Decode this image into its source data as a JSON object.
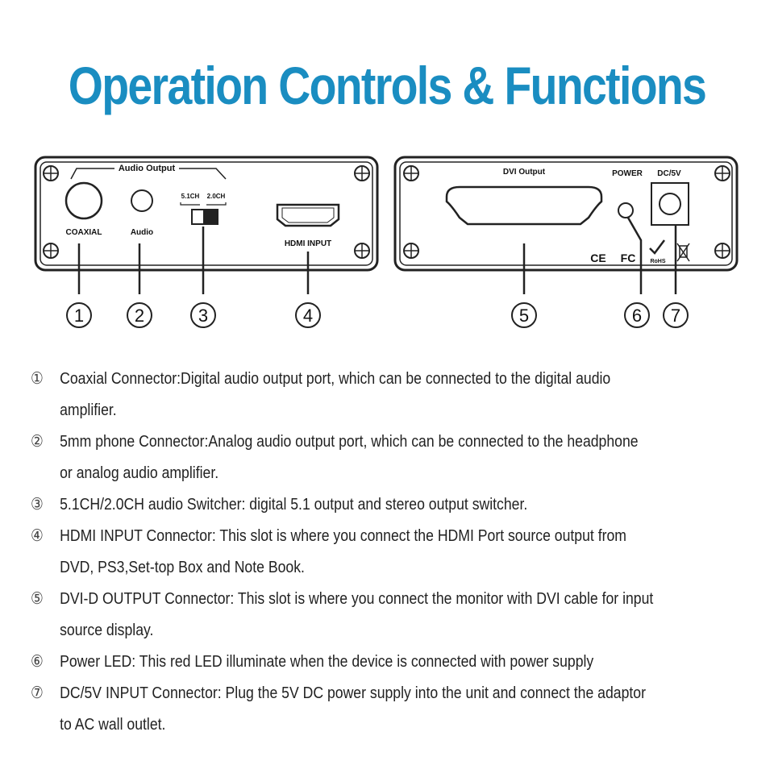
{
  "title": "Operation Controls & Functions",
  "left_panel": {
    "group_label": "Audio Output",
    "coaxial": "COAXIAL",
    "audio": "Audio",
    "switch_51": "5.1CH",
    "switch_20": "2.0CH",
    "hdmi": "HDMI INPUT"
  },
  "right_panel": {
    "dvi": "DVI Output",
    "power": "POWER",
    "dc": "DC/5V",
    "ce": "CE",
    "fc": "FC",
    "rohs": "RoHS"
  },
  "callouts": [
    "1",
    "2",
    "3",
    "4",
    "5",
    "6",
    "7"
  ],
  "items": [
    {
      "num": "①",
      "text": "Coaxial Connector:Digital audio output port, which can be connected to the digital audio amplifier."
    },
    {
      "num": "②",
      "text": "5mm phone Connector:Analog audio output port, which can be connected to the headphone or analog audio amplifier."
    },
    {
      "num": "③",
      "text": "5.1CH/2.0CH audio Switcher: digital 5.1 output and stereo output switcher."
    },
    {
      "num": "④",
      "text": "HDMI INPUT Connector: This slot is where you connect the HDMI Port source output from DVD, PS3,Set-top Box and Note Book."
    },
    {
      "num": "⑤",
      "text": "DVI-D OUTPUT Connector: This slot is where you connect the monitor with DVI cable for input source display."
    },
    {
      "num": "⑥",
      "text": "Power LED: This red LED illuminate when the device is connected with power supply"
    },
    {
      "num": "⑦",
      "text": "DC/5V INPUT Connector: Plug the 5V DC power supply into the unit and connect the adaptor to AC wall outlet."
    }
  ]
}
